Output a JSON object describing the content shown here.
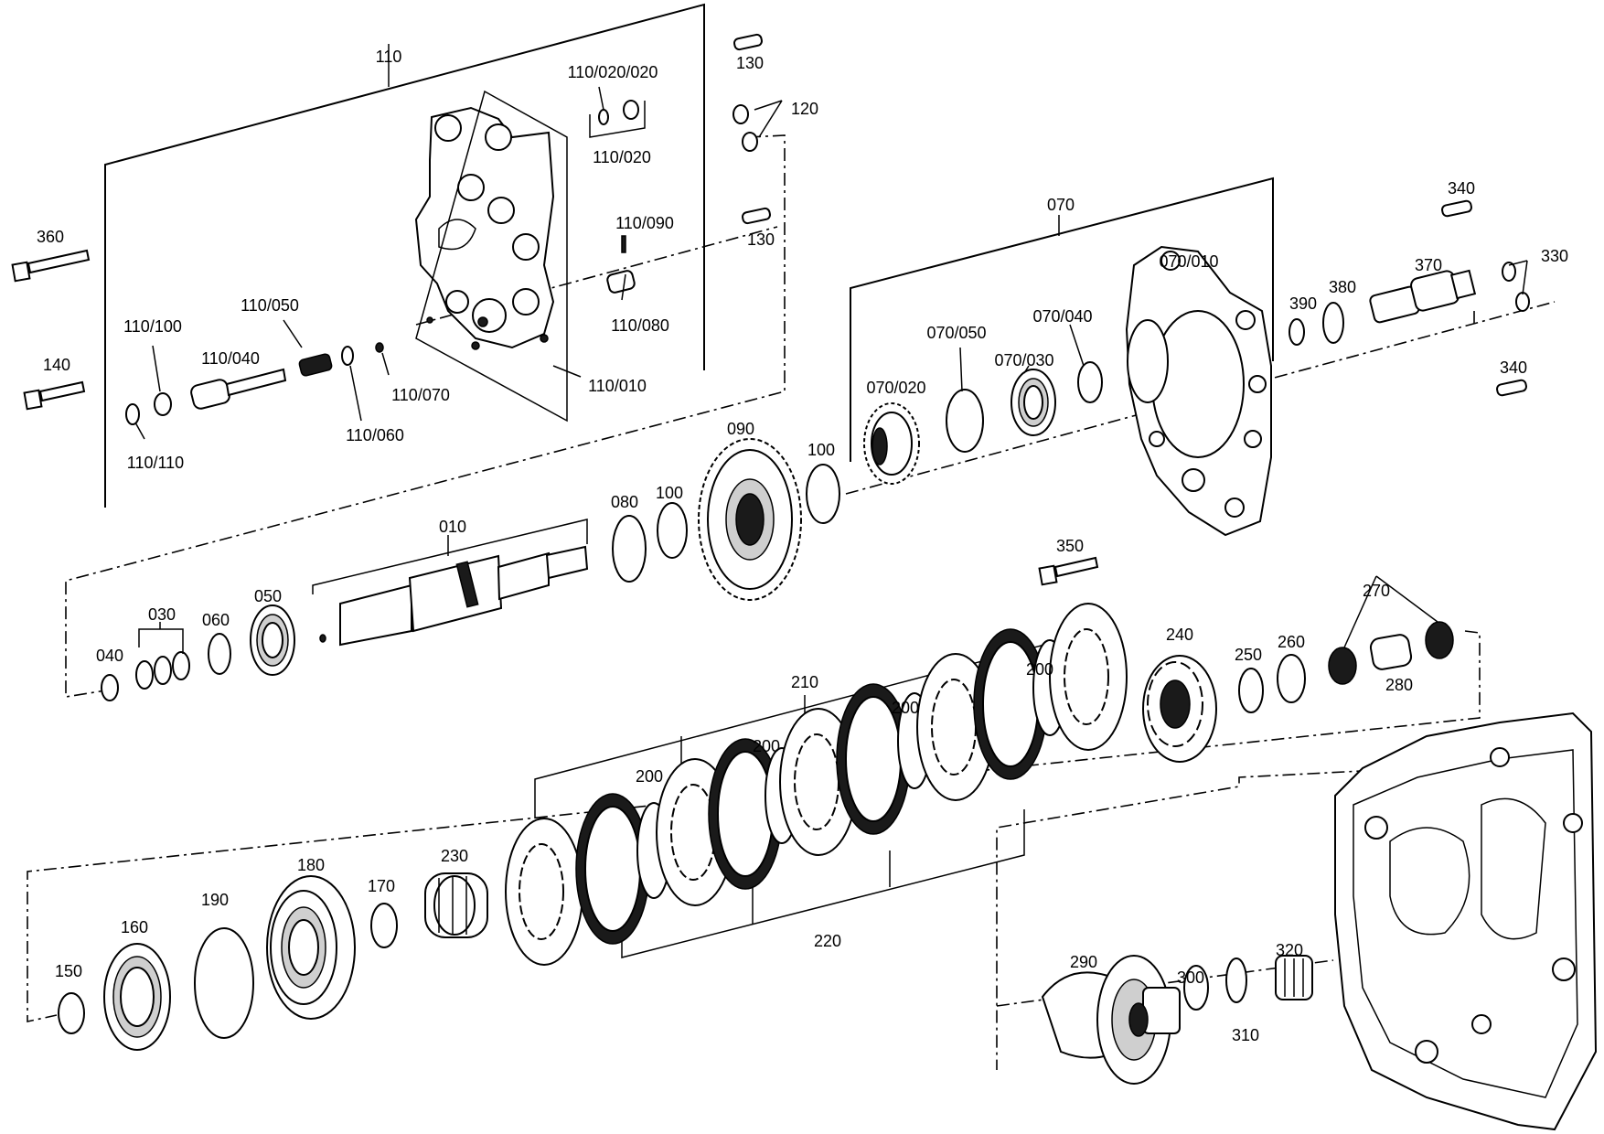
{
  "callouts": {
    "l_110": "110",
    "l_110_020_020": "110/020/020",
    "l_110_020": "110/020",
    "l_130a": "130",
    "l_120": "120",
    "l_130b": "130",
    "l_110_090": "110/090",
    "l_110_080": "110/080",
    "l_110_010": "110/010",
    "l_110_070": "110/070",
    "l_110_060": "110/060",
    "l_110_050": "110/050",
    "l_110_040": "110/040",
    "l_110_100": "110/100",
    "l_110_110": "110/110",
    "l_360": "360",
    "l_140": "140",
    "l_070": "070",
    "l_070_010": "070/010",
    "l_070_040": "070/040",
    "l_070_050": "070/050",
    "l_070_030": "070/030",
    "l_070_020": "070/020",
    "l_390": "390",
    "l_380": "380",
    "l_370": "370",
    "l_340a": "340",
    "l_330": "330",
    "l_340b": "340",
    "l_090": "090",
    "l_100a": "100",
    "l_080": "080",
    "l_100b": "100",
    "l_010": "010",
    "l_030": "030",
    "l_060": "060",
    "l_050": "050",
    "l_040": "040",
    "l_350": "350",
    "l_270": "270",
    "l_240": "240",
    "l_250": "250",
    "l_260": "260",
    "l_280": "280",
    "l_210": "210",
    "l_200a": "200",
    "l_200b": "200",
    "l_200c": "200",
    "l_200d": "200",
    "l_220": "220",
    "l_230": "230",
    "l_180": "180",
    "l_170": "170",
    "l_190": "190",
    "l_160": "160",
    "l_150": "150",
    "l_290": "290",
    "l_300": "300",
    "l_310": "310",
    "l_320": "320"
  }
}
